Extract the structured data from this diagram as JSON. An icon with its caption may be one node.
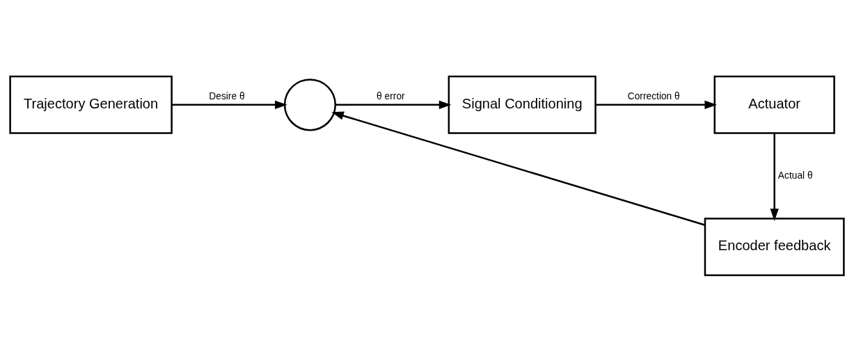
{
  "diagram": {
    "nodes": [
      {
        "text": [
          "Trajectory Generation"
        ]
      },
      {
        "text": [],
        "shape": "circle"
      },
      {
        "text": [
          "Signal Conditioning"
        ]
      },
      {
        "text": [
          "Actuator"
        ]
      },
      {
        "text": [
          "Encoder feedback"
        ]
      }
    ],
    "edges": [
      {
        "from": 0,
        "to": 1,
        "arrow": "to",
        "label": "Desire θ"
      },
      {
        "from": 1,
        "to": 2,
        "arrow": "to",
        "label": "θ error"
      },
      {
        "from": 2,
        "to": 3,
        "arrow": "to",
        "label": "Correction θ"
      },
      {
        "from": 3,
        "to": 4,
        "arrow": "to",
        "label": "Actual θ"
      },
      {
        "from": 4,
        "to": 1,
        "arrow": "to"
      }
    ]
  }
}
